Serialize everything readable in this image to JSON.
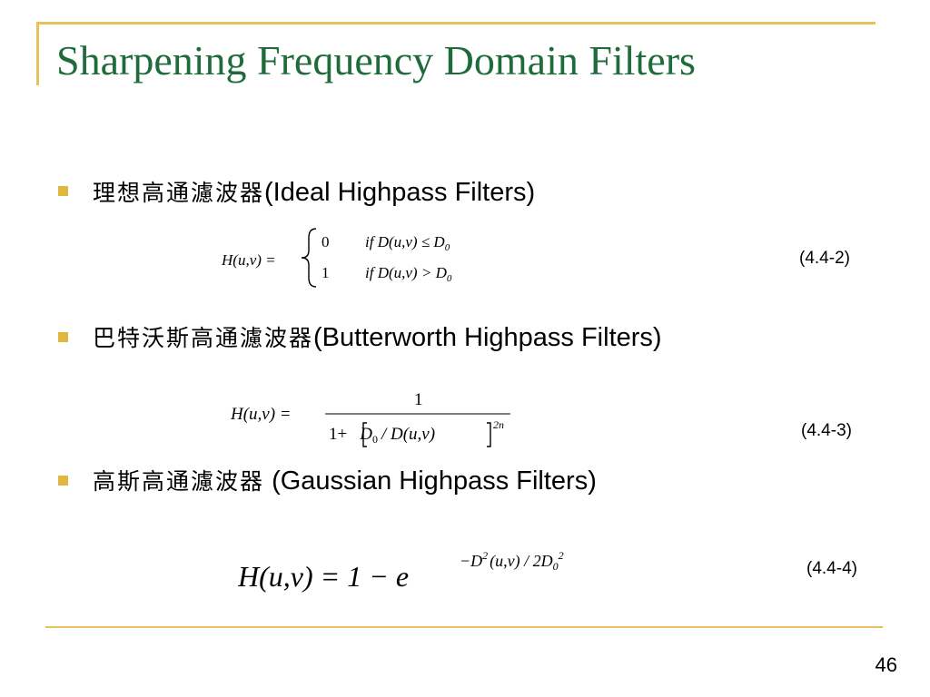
{
  "slide": {
    "title": "Sharpening Frequency Domain Filters",
    "page_number": "46",
    "accent_color": "#e8c15a",
    "title_color": "#1f6b3c"
  },
  "sections": [
    {
      "zh": "理想高通濾波器",
      "en": "(Ideal Highpass Filters)",
      "eq_label": "(4.4-2)",
      "formula": {
        "lhs": "H(u,v) =",
        "case1_value": "0",
        "case1_cond": "if   D(u,v) ≤ D",
        "case1_sub": "0",
        "case2_value": "1",
        "case2_cond": "if   D(u,v) > D",
        "case2_sub": "0"
      }
    },
    {
      "zh": "巴特沃斯高通濾波器",
      "en": "(Butterworth Highpass Filters)",
      "eq_label": "(4.4-3)",
      "formula": {
        "lhs": "H(u,v) =",
        "numerator": "1",
        "den_pre": "1+",
        "den_d": "D",
        "den_sub": "0",
        "den_post": "/ D(u,v)",
        "den_exp": "2n"
      }
    },
    {
      "zh": "高斯高通濾波器",
      "en": " (Gaussian Highpass Filters)",
      "eq_label": "(4.4-4)",
      "formula": {
        "lhs": "H(u,v) = 1 − e",
        "exp_pre": "−D",
        "exp_sq": "2",
        "exp_mid": "(u,v) / 2D",
        "exp_sub": "0",
        "exp_sq2": "2"
      }
    }
  ]
}
